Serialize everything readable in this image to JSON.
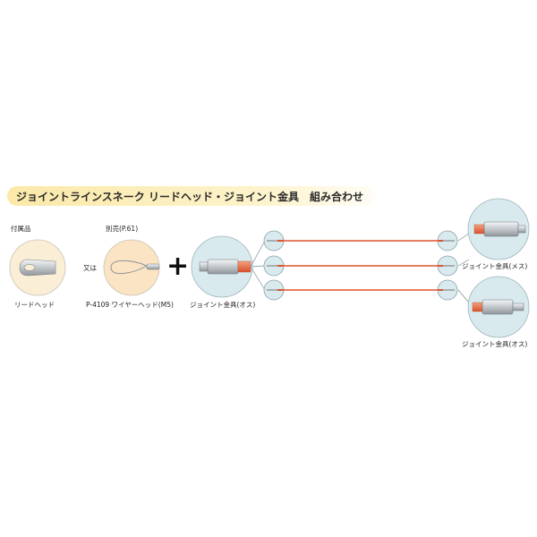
{
  "banner": {
    "title": "ジョイントラインスネーク リードヘッド・ジョイント金具　組み合わせ"
  },
  "lead_head": {
    "tag": "付属品",
    "name": "リードヘッド"
  },
  "or_text": "又は",
  "wire_head": {
    "tag": "別売(P.61)",
    "name": "P-4109 ワイヤーヘッド(M5)"
  },
  "plus_symbol": "+",
  "joint_male": {
    "name": "ジョイント金具(オス)"
  },
  "right_parts": {
    "female_name": "ジョイント金具(メス)",
    "male_name": "ジョイント金具(オス)"
  },
  "colors": {
    "banner_bg": "#fbe9a8",
    "lead_circle": "#fbeed6",
    "wire_circle": "#fbe4c4",
    "joint_circle": "#d8eaee",
    "wire_line": "#e0542c",
    "metal": "#c7ccd0"
  }
}
